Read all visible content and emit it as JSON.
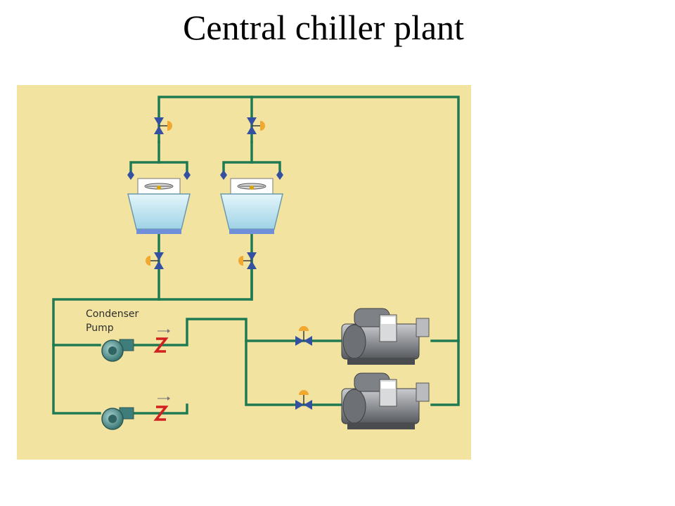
{
  "slide": {
    "title": "Central chiller plant"
  },
  "diagram": {
    "background_color": "#f2e3a0",
    "pipe_color": "#1f7a52",
    "tower_color": "#bfe5f0",
    "chiller_color": "#8c8f94",
    "pump_color": "#4e8f8c",
    "labels": {
      "condenser_line1": "Condenser",
      "condenser_line2": "Pump"
    },
    "components": {
      "cooling_towers": 2,
      "chillers": 2,
      "condenser_pumps": 2
    }
  }
}
